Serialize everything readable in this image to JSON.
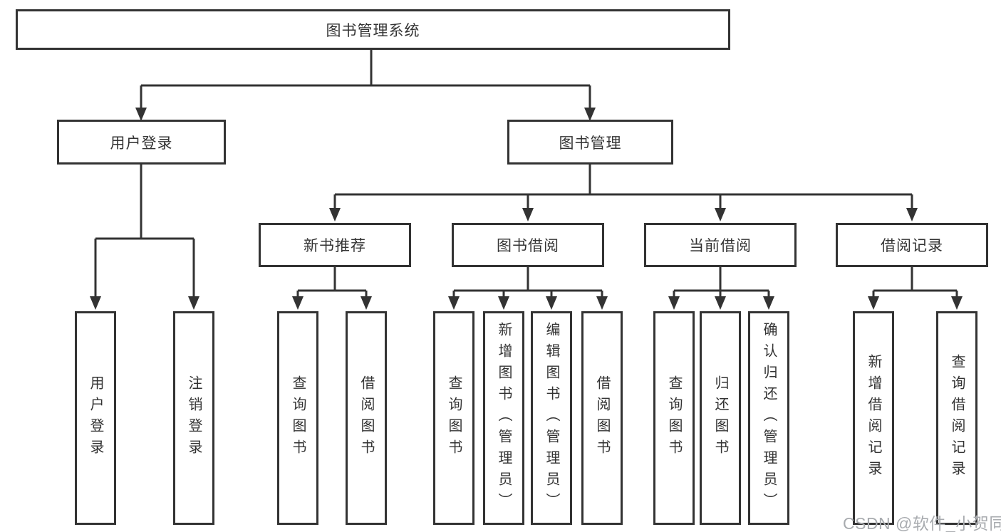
{
  "diagram": {
    "root": {
      "label": "图书管理系统"
    },
    "branches": [
      {
        "label": "用户登录",
        "leaves": [
          {
            "label": "用户登录"
          },
          {
            "label": "注销登录"
          }
        ]
      },
      {
        "label": "图书管理",
        "sections": [
          {
            "label": "新书推荐",
            "leaves": [
              {
                "label": "查询图书"
              },
              {
                "label": "借阅图书"
              }
            ]
          },
          {
            "label": "图书借阅",
            "leaves": [
              {
                "label": "查询图书"
              },
              {
                "label": "新增图书（管理员）"
              },
              {
                "label": "编辑图书（管理员）"
              },
              {
                "label": "借阅图书"
              }
            ]
          },
          {
            "label": "当前借阅",
            "leaves": [
              {
                "label": "查询图书"
              },
              {
                "label": "归还图书"
              },
              {
                "label": "确认归还（管理员）"
              }
            ]
          },
          {
            "label": "借阅记录",
            "leaves": [
              {
                "label": "新增借阅记录"
              },
              {
                "label": "查询借阅记录"
              }
            ]
          }
        ]
      }
    ]
  },
  "watermark": {
    "text": "CSDN @软件_小贺同学"
  },
  "colors": {
    "line": "#333333",
    "box_border": "#333333",
    "text": "#333333",
    "watermark": "#a8abaf",
    "background": "#ffffff"
  }
}
